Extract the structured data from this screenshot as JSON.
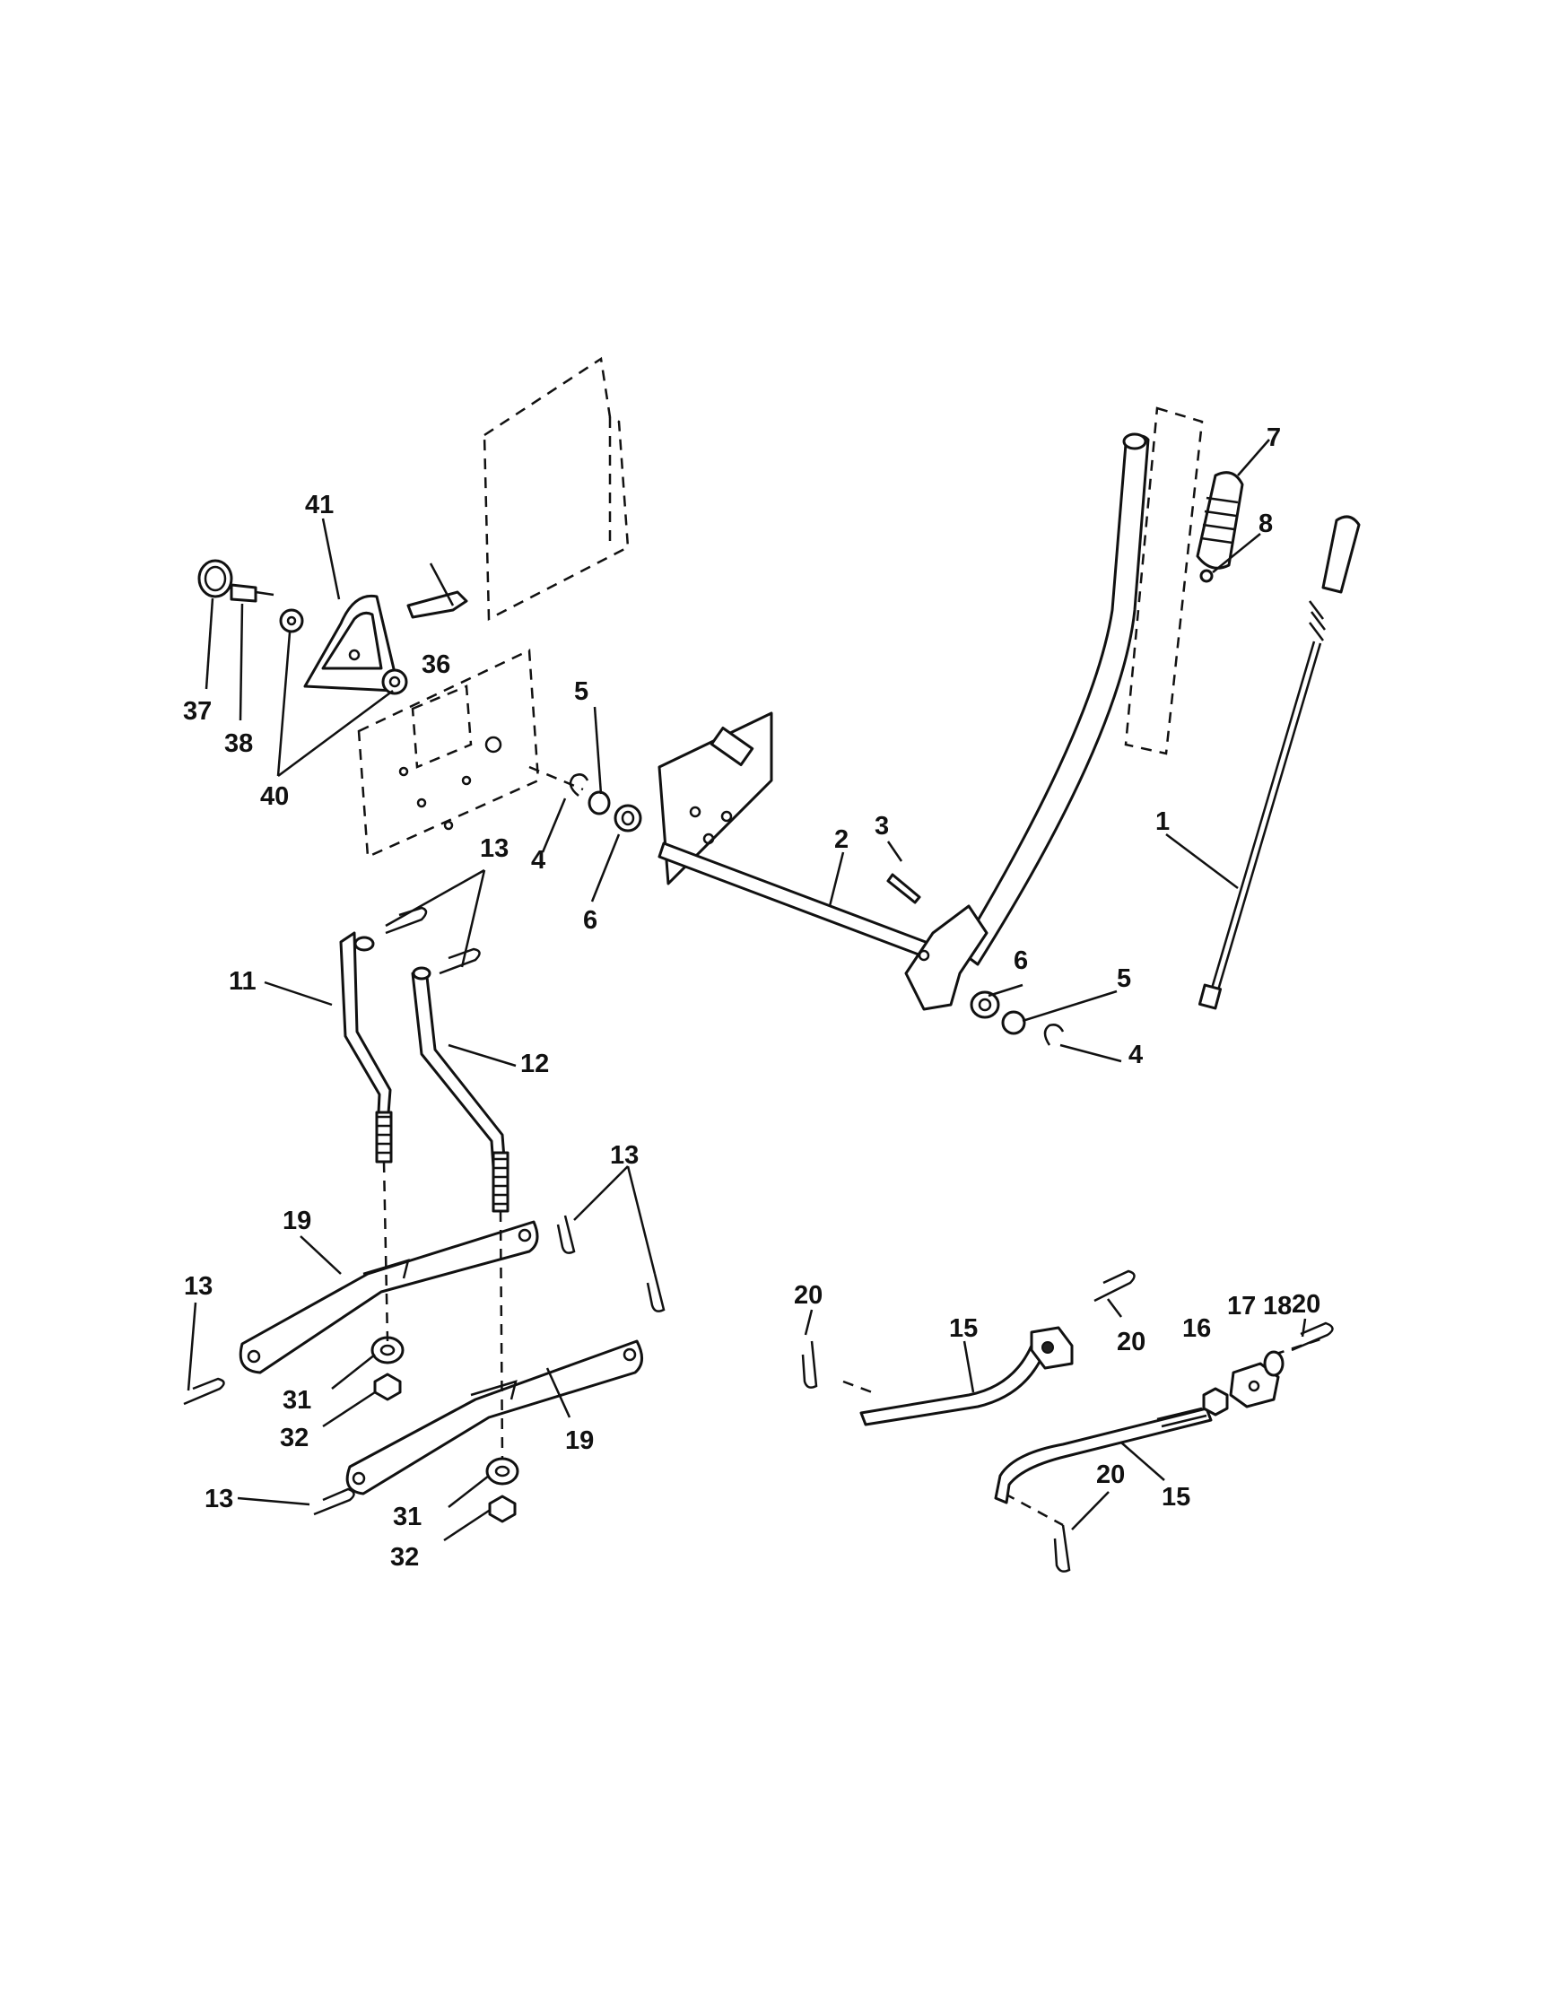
{
  "callouts": {
    "c1": "1",
    "c2": "2",
    "c3": "3",
    "c4a": "4",
    "c4b": "4",
    "c5a": "5",
    "c5b": "5",
    "c6a": "6",
    "c6b": "6",
    "c7": "7",
    "c8": "8",
    "c11": "11",
    "c12": "12",
    "c13a": "13",
    "c13b": "13",
    "c13c": "13",
    "c13d": "13",
    "c15a": "15",
    "c15b": "15",
    "c16": "16",
    "c17": "17",
    "c18": "18",
    "c19a": "19",
    "c19b": "19",
    "c20a": "20",
    "c20b": "20",
    "c20c": "20",
    "c20d": "20",
    "c31a": "31",
    "c31b": "31",
    "c32a": "32",
    "c32b": "32",
    "c36": "36",
    "c37": "37",
    "c38": "38",
    "c40": "40",
    "c41": "41"
  }
}
